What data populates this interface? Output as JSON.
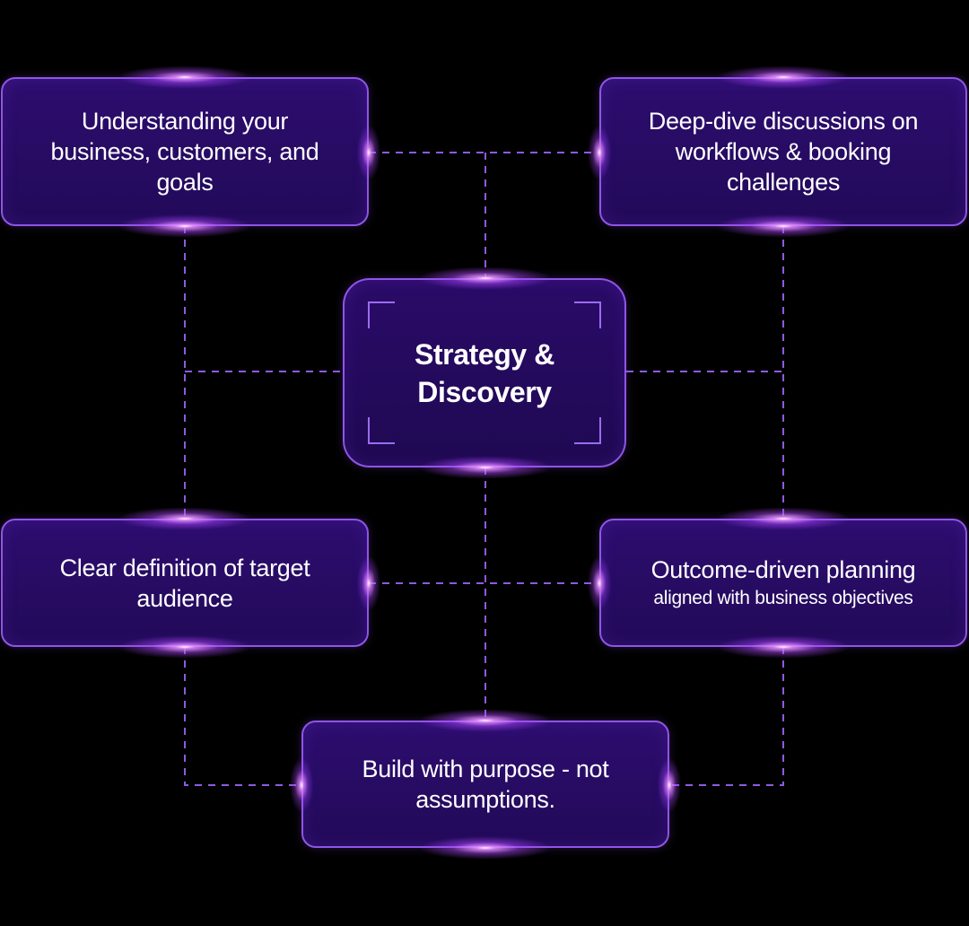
{
  "diagram": {
    "center": {
      "title_line1": "Strategy &",
      "title_line2": "Discovery"
    },
    "nodes": {
      "top_left": {
        "line1": "Understanding your",
        "line2": "business, customers, and",
        "line3": "goals"
      },
      "top_right": {
        "line1": "Deep-dive discussions on",
        "line2": "workflows & booking",
        "line3": "challenges"
      },
      "mid_left": {
        "line1": "Clear definition of target",
        "line2": "audience"
      },
      "mid_right": {
        "line1": "Outcome-driven planning",
        "line2": "aligned with business objectives"
      },
      "bottom": {
        "line1": "Build with purpose - not",
        "line2": "assumptions."
      }
    }
  },
  "colors": {
    "background": "#000000",
    "box_fill": "#2a0b68",
    "box_border": "#8f55e8",
    "connector": "#8e5ae0",
    "glow": "#d98cff",
    "text": "#ffffff"
  }
}
